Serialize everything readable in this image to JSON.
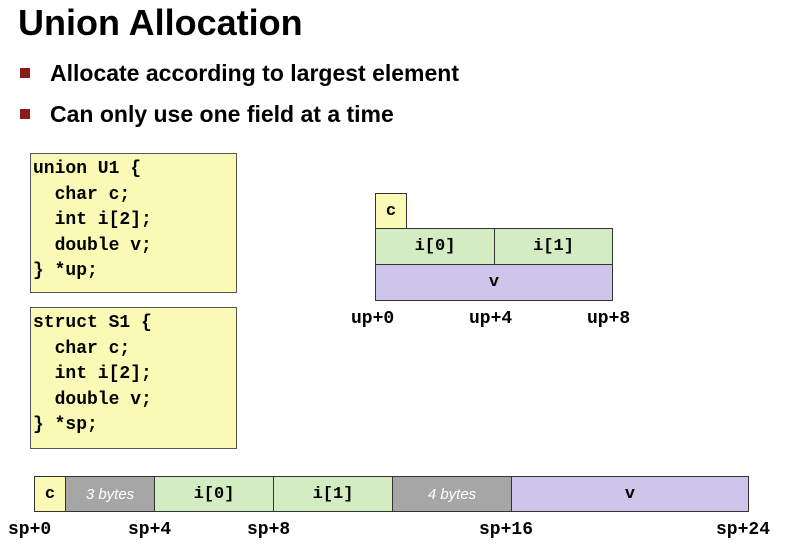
{
  "title": "Union Allocation",
  "bullets": [
    "Allocate according to largest element",
    "Can only use one field at a time"
  ],
  "code_union": "union U1 {\n  char c;\n  int i[2];\n  double v;\n} *up;",
  "code_struct": "struct S1 {\n  char c;\n  int i[2];\n  double v;\n} *sp;",
  "union_diagram": {
    "c": "c",
    "i0": "i[0]",
    "i1": "i[1]",
    "v": "v",
    "labels": [
      "up+0",
      "up+4",
      "up+8"
    ]
  },
  "struct_diagram": {
    "c": "c",
    "pad1": "3 bytes",
    "i0": "i[0]",
    "i1": "i[1]",
    "pad2": "4 bytes",
    "v": "v",
    "labels": [
      "sp+0",
      "sp+4",
      "sp+8",
      "sp+16",
      "sp+24"
    ]
  },
  "colors": {
    "char": "#fafab6",
    "int": "#d3ecc2",
    "double": "#cdc6ea",
    "padding": "#a6a6a6",
    "bullet": "#8b1a1a"
  }
}
